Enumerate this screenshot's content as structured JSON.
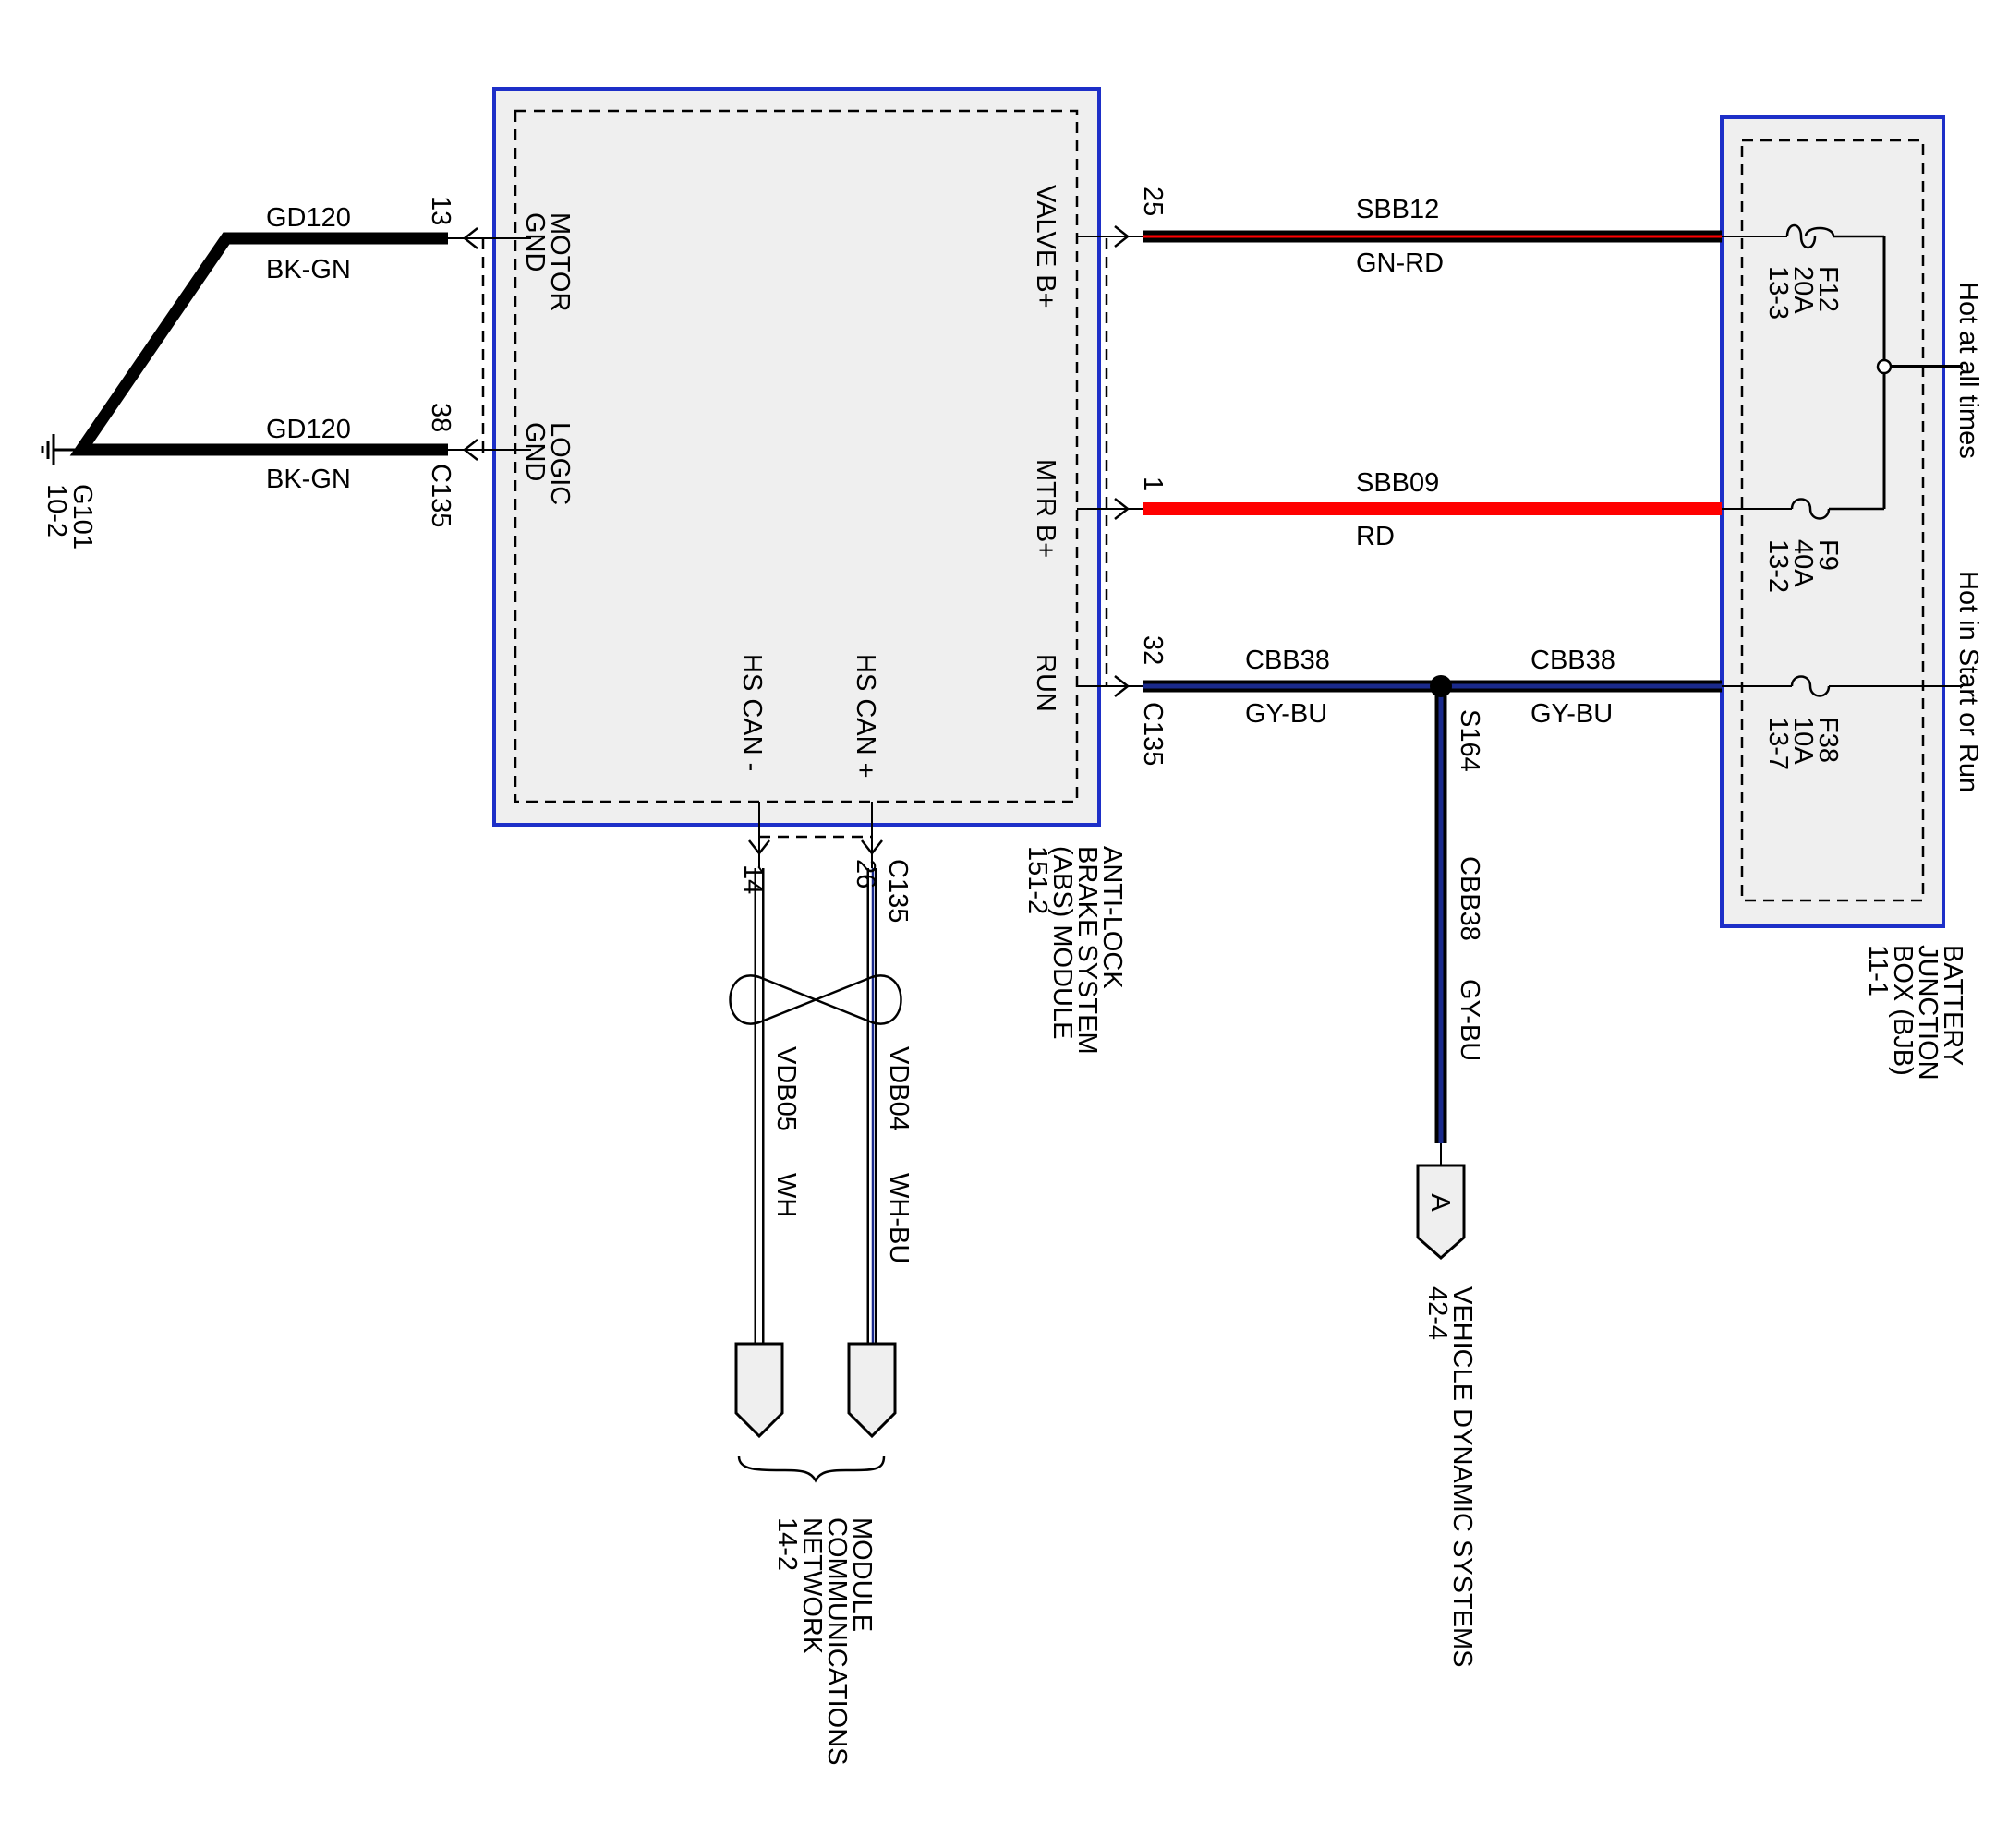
{
  "colors": {
    "box_border": "#1d2fc8",
    "box_fill": "#efefef",
    "red_wire": "#ff0000",
    "black_wire": "#000000",
    "blue_wire": "#1a2a8c",
    "white_wire": "#ffffff"
  },
  "abs_module": {
    "name_lines": [
      "ANTI-LOCK",
      "BRAKE SYSTEM",
      "(ABS) MODULE",
      "151-2"
    ],
    "pins": {
      "motor_gnd": [
        "MOTOR",
        "GND"
      ],
      "logic_gnd": [
        "LOGIC",
        "GND"
      ],
      "valve_b": "VALVE B+",
      "mtr_b": "MTR B+",
      "run": "RUN",
      "hs_can_minus": "HS CAN -",
      "hs_can_plus": "HS CAN +"
    }
  },
  "bjb": {
    "name_lines": [
      "BATTERY",
      "JUNCTION",
      "BOX (BJB)",
      "11-1"
    ],
    "hot_at_all_times": "Hot at all times",
    "hot_in_start_or_run": "Hot in Start or Run",
    "fuses": [
      {
        "id": "F12",
        "amps": "20A",
        "ref": "13-3"
      },
      {
        "id": "F9",
        "amps": "40A",
        "ref": "13-2"
      },
      {
        "id": "F38",
        "amps": "10A",
        "ref": "13-7"
      }
    ]
  },
  "ground": {
    "id": "G101",
    "ref": "10-2"
  },
  "connector": "C135",
  "ground_wires": [
    {
      "pin": "13",
      "circuit": "GD120",
      "color": "BK-GN"
    },
    {
      "pin": "38",
      "circuit": "GD120",
      "color": "BK-GN"
    }
  ],
  "power_wires": [
    {
      "pin": "25",
      "circuit": "SBB12",
      "color": "GN-RD"
    },
    {
      "pin": "1",
      "circuit": "SBB09",
      "color": "RD"
    },
    {
      "pin": "32",
      "circuit": "CBB38",
      "color": "GY-BU",
      "circuit_right": "CBB38",
      "color_right": "GY-BU"
    }
  ],
  "splice": {
    "id": "S164",
    "branch_circuit": "CBB38",
    "branch_color": "GY-BU",
    "tag": "A",
    "dest_lines": [
      "VEHICLE DYNAMIC SYSTEMS",
      "42-4"
    ]
  },
  "can_wires": [
    {
      "pin": "14",
      "circuit": "VDB05",
      "color": "WH"
    },
    {
      "pin": "26",
      "circuit": "VDB04",
      "color": "WH-BU"
    }
  ],
  "network_dest": [
    "MODULE",
    "COMMUNICATIONS",
    "NETWORK",
    "14-2"
  ]
}
